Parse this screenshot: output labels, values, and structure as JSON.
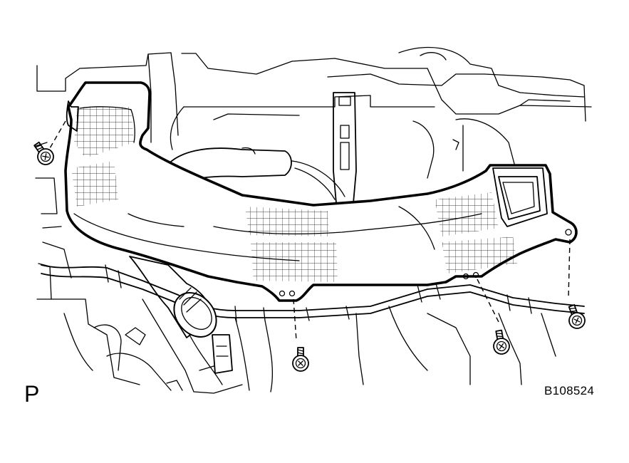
{
  "figure": {
    "view_letter": "P",
    "figure_code": "B108524"
  },
  "colors": {
    "line": "#000000",
    "background": "#ffffff"
  },
  "parts": {
    "bolt_count": 4
  }
}
